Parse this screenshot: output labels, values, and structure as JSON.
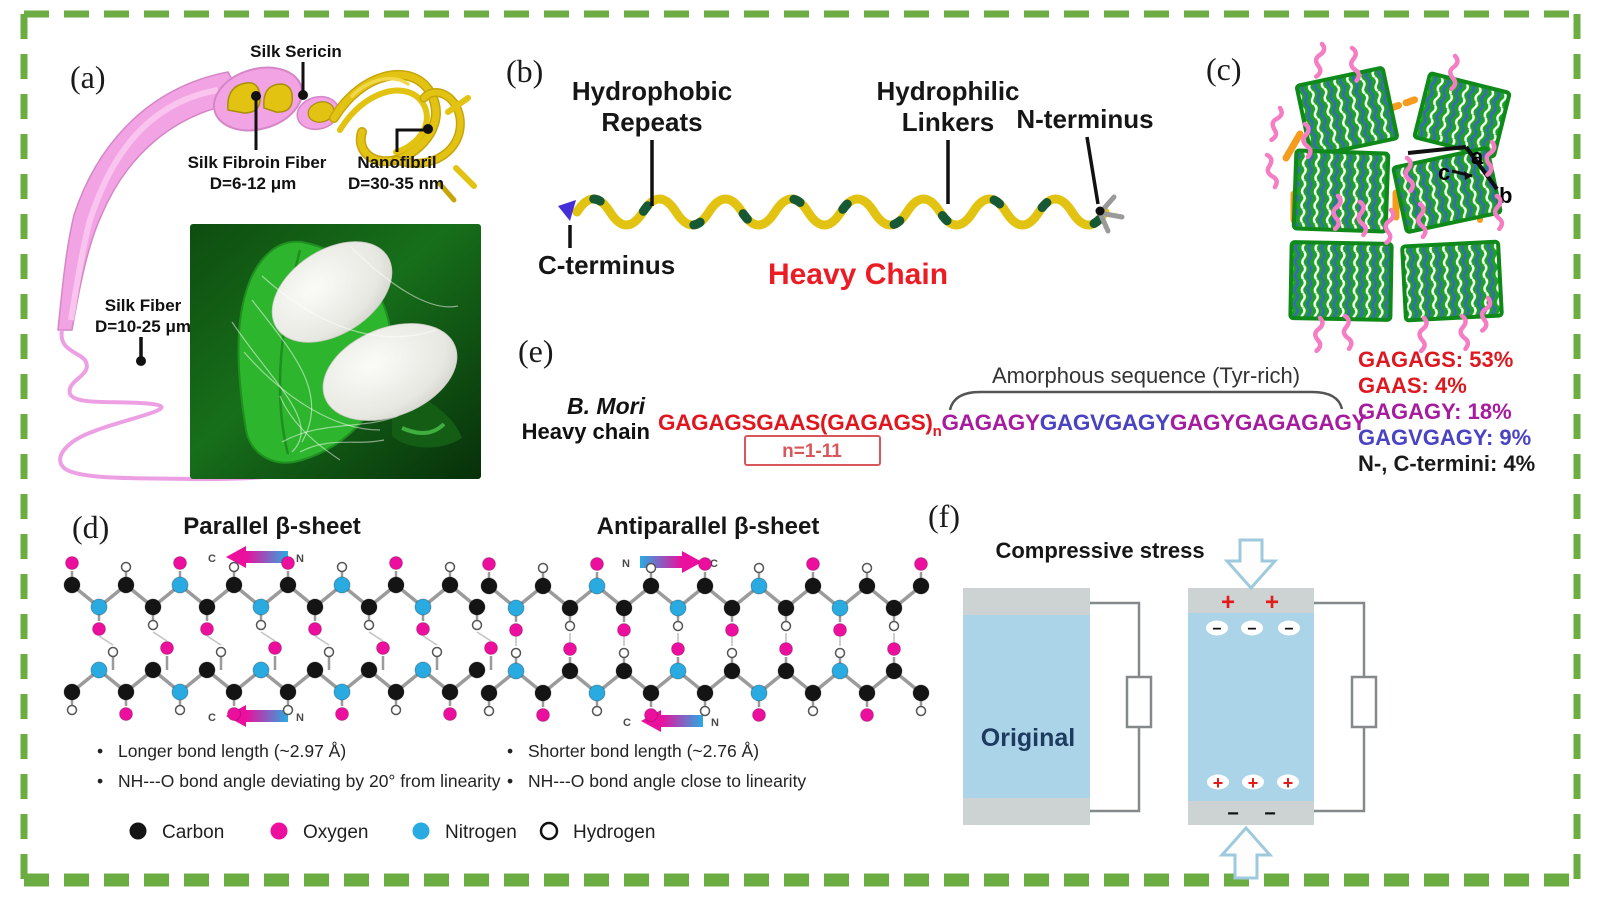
{
  "panels": {
    "a": {
      "tag": "(a)",
      "labels": {
        "sericin": "Silk Sericin",
        "fibroin_1": "Silk Fibroin Fiber",
        "fibroin_2": "D=6-12 μm",
        "nanofibril_1": "Nanofibril",
        "nanofibril_2": "D=30-35 nm",
        "fiber_1": "Silk Fiber",
        "fiber_2": "D=10-25 μm"
      }
    },
    "b": {
      "tag": "(b)",
      "labels": {
        "hydrophobic_1": "Hydrophobic",
        "hydrophobic_2": "Repeats",
        "hydrophilic_1": "Hydrophilic",
        "hydrophilic_2": "Linkers",
        "n_terminus": "N-terminus",
        "c_terminus": "C-terminus",
        "heavy_chain": "Heavy Chain"
      },
      "heavy_chain_color": "#EC1C24"
    },
    "c": {
      "tag": "(c)",
      "axis": {
        "a": "a",
        "b": "b",
        "c": "c"
      }
    },
    "e": {
      "tag": "(e)",
      "species_1": "B. Mori",
      "species_2": "Heavy chain",
      "seq_crystalline": "GAGAGSGAAS(GAGAGS)",
      "seq_sub": "n",
      "seq_box": "n=1-11",
      "seq_crystalline_color": "#E0161F",
      "amorphous_label": "Amorphous sequence (Tyr-rich)",
      "seq_amorphous_1": "GAGAGY",
      "seq_amorphous_2": "GAGVGAGY",
      "seq_amorphous_3": "GAGYGAGAGAGY",
      "amorphous_color_1": "#A61C9F",
      "amorphous_color_2": "#4A43C2",
      "legend": [
        {
          "label": "GAGAGS: 53%",
          "color": "#DD1820"
        },
        {
          "label": "GAAS: 4%",
          "color": "#DD1820"
        },
        {
          "label": "GAGAGY: 18%",
          "color": "#A61C9F"
        },
        {
          "label": "GAGVGAGY: 9%",
          "color": "#4A43C2"
        },
        {
          "label": "N-, C-termini: 4%",
          "color": "#1A1A1A"
        }
      ]
    },
    "d": {
      "tag": "(d)",
      "title_parallel": "Parallel β-sheet",
      "title_antiparallel": "Antiparallel β-sheet",
      "arrow_c": "C",
      "arrow_n": "N",
      "bullet": "•",
      "bullets_parallel": [
        "Longer bond length (~2.97 Å)",
        "NH---O bond angle deviating by 20° from linearity"
      ],
      "bullets_antiparallel": [
        "Shorter bond length (~2.76 Å)",
        "NH---O bond angle close to linearity"
      ],
      "atom_legend": [
        {
          "label": "Carbon",
          "color": "#141414"
        },
        {
          "label": "Oxygen",
          "color": "#EC0E9D"
        },
        {
          "label": "Nitrogen",
          "color": "#29ABE2"
        },
        {
          "label": "Hydrogen",
          "color": "#FFFFFF"
        }
      ]
    },
    "f": {
      "tag": "(f)",
      "title": "Compressive stress",
      "original_label": "Original",
      "original_color": "#1C3B5E",
      "plus": "+",
      "minus": "−",
      "plus_color": "#E21B1B",
      "minus_color": "#111111"
    }
  },
  "colors": {
    "border_green": "#6CAD43",
    "fiber_pink": "#F2A3E3",
    "fibroin_yellow": "#E2C312",
    "crystal_green": "#1DA028",
    "linker_orange": "#F59C1D",
    "chain_pink": "#F47DC4",
    "device_blue": "#ABD4E8",
    "device_gray": "#CDD2D2"
  }
}
